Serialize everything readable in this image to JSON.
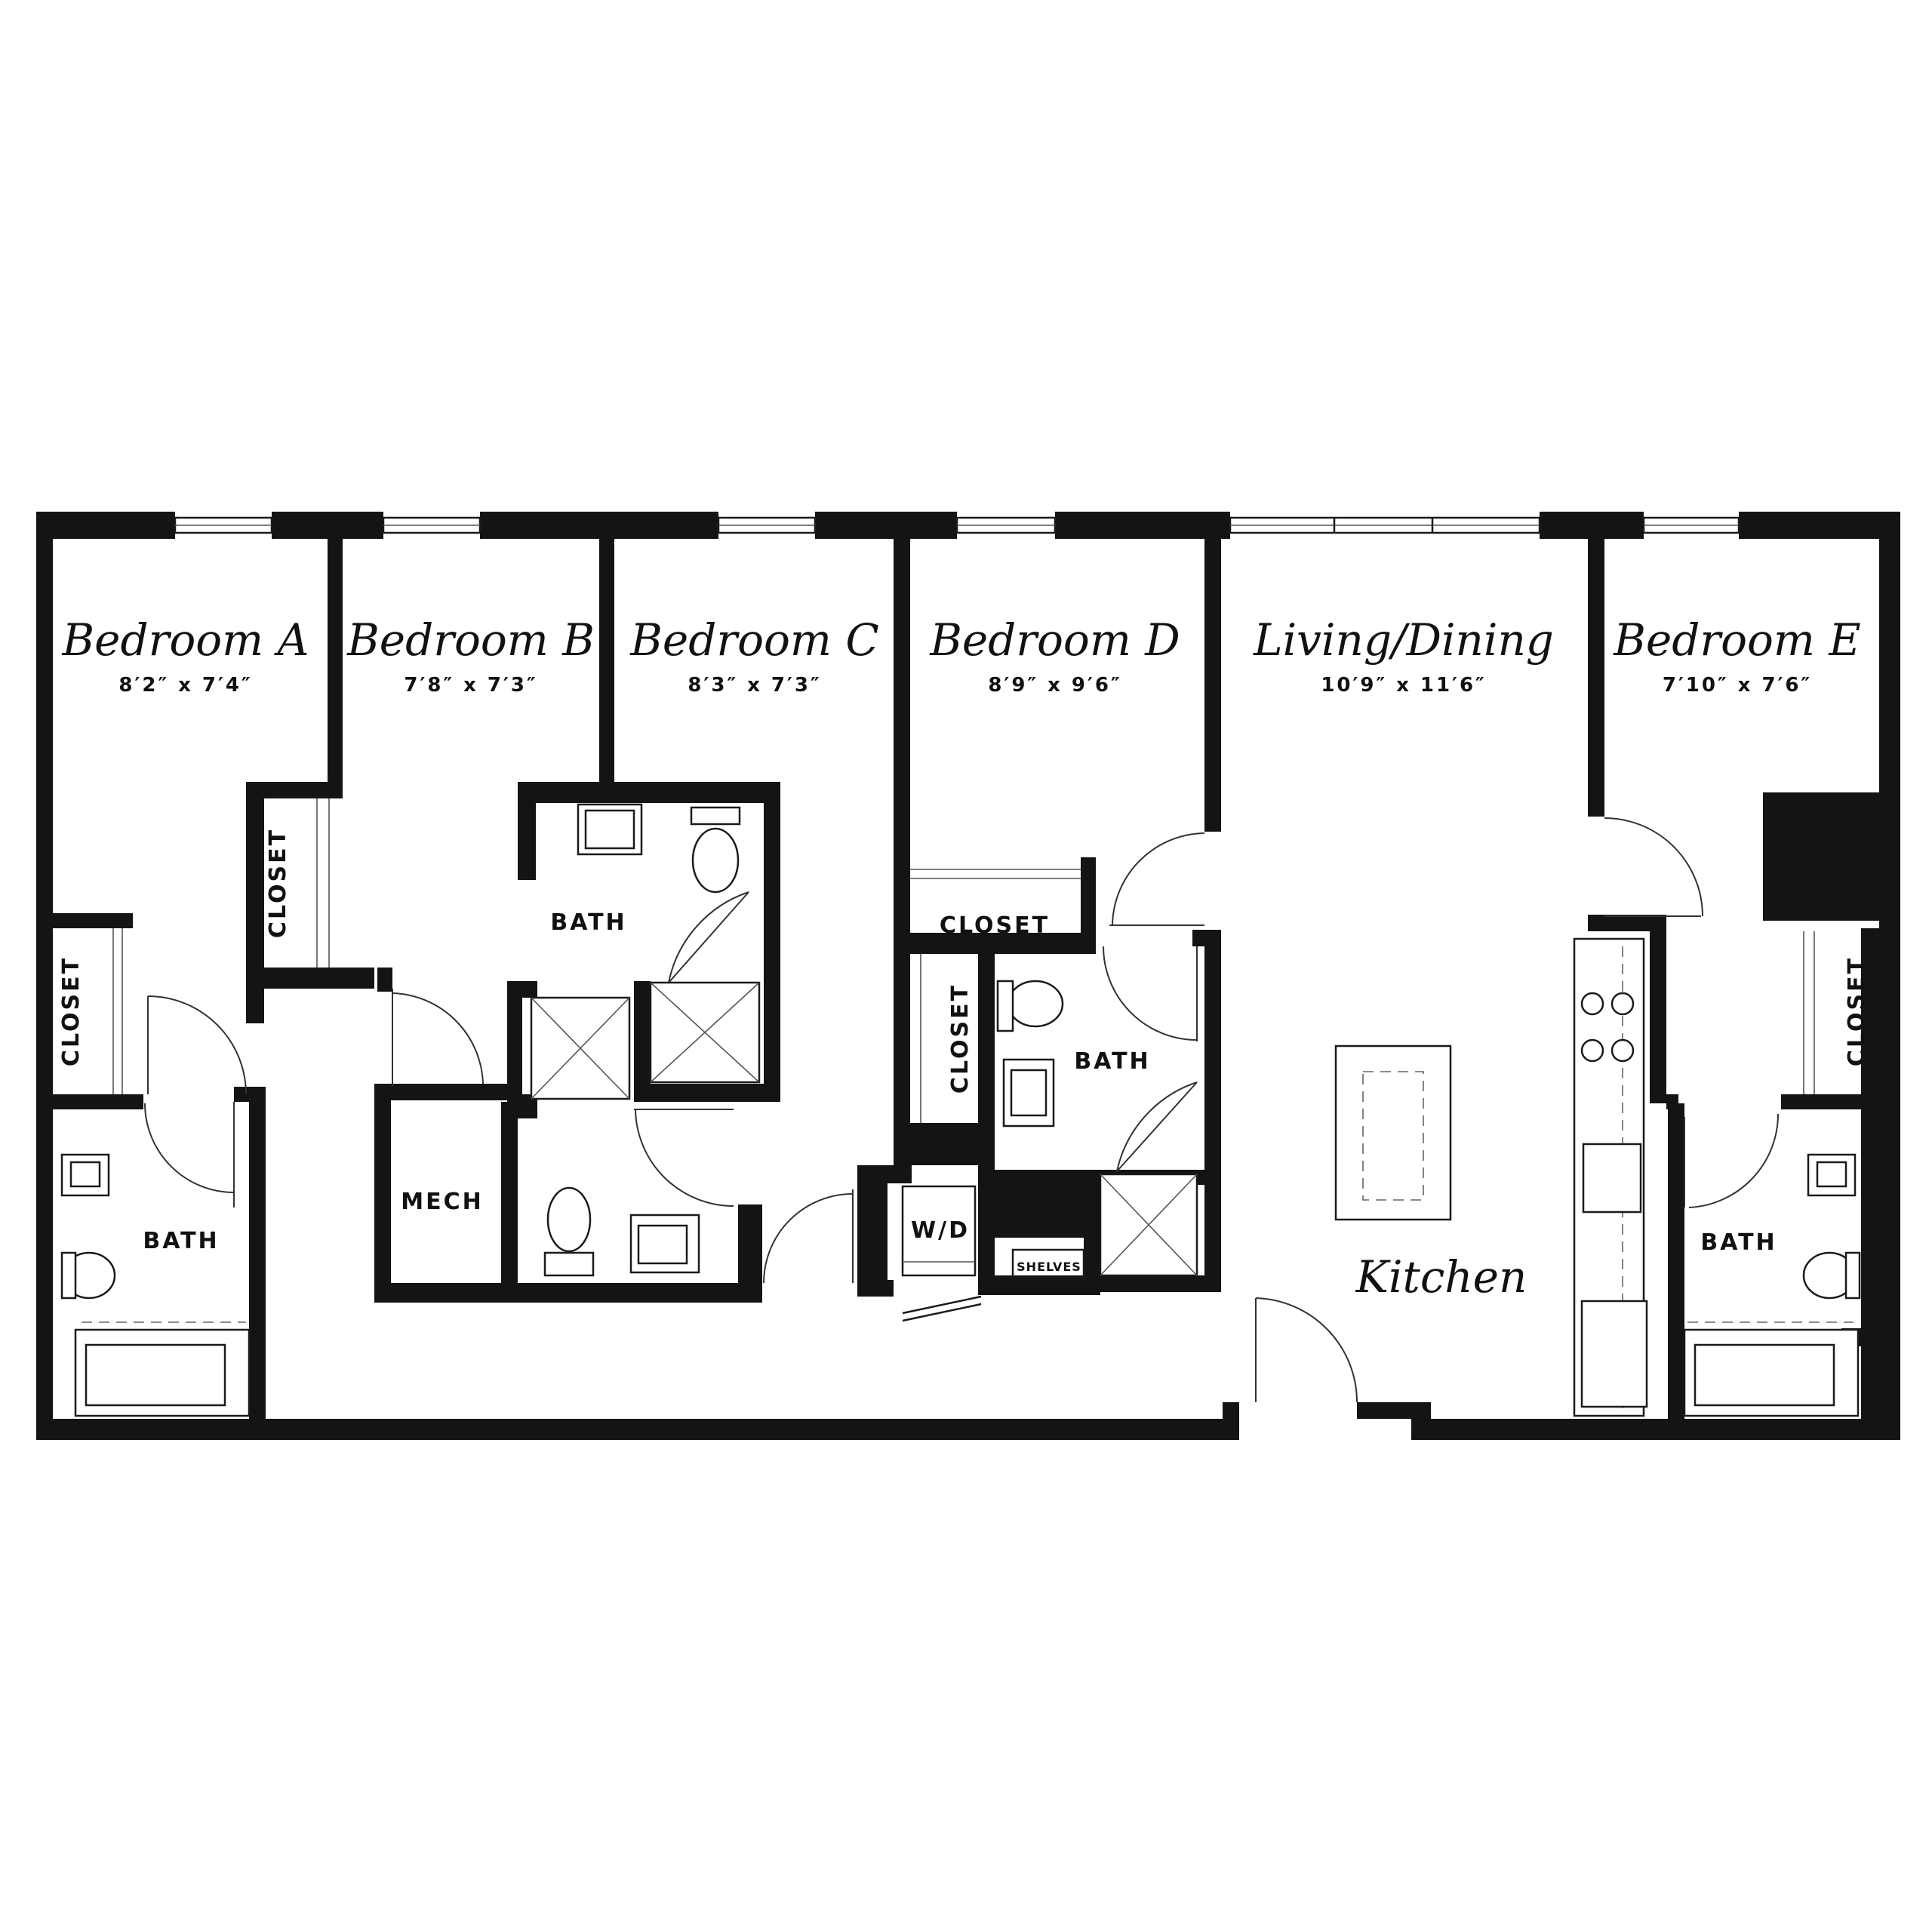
{
  "rooms": {
    "bedroom_a": {
      "name": "Bedroom A",
      "dims": "8′2″ x 7′4″"
    },
    "bedroom_b": {
      "name": "Bedroom B",
      "dims": "7′8″ x 7′3″"
    },
    "bedroom_c": {
      "name": "Bedroom C",
      "dims": "8′3″ x 7′3″"
    },
    "bedroom_d": {
      "name": "Bedroom D",
      "dims": "8′9″ x 9′6″"
    },
    "living": {
      "name": "Living/Dining",
      "dims": "10′9″ x 11′6″"
    },
    "bedroom_e": {
      "name": "Bedroom E",
      "dims": "7′10″ x 7′6″"
    },
    "kitchen": {
      "name": "Kitchen"
    }
  },
  "labels": {
    "closet": "CLOSET",
    "bath": "BATH",
    "mech": "MECH",
    "wd": "W/D",
    "shelves": "SHELVES"
  },
  "colors": {
    "wall": "#141414",
    "background": "#ffffff"
  }
}
